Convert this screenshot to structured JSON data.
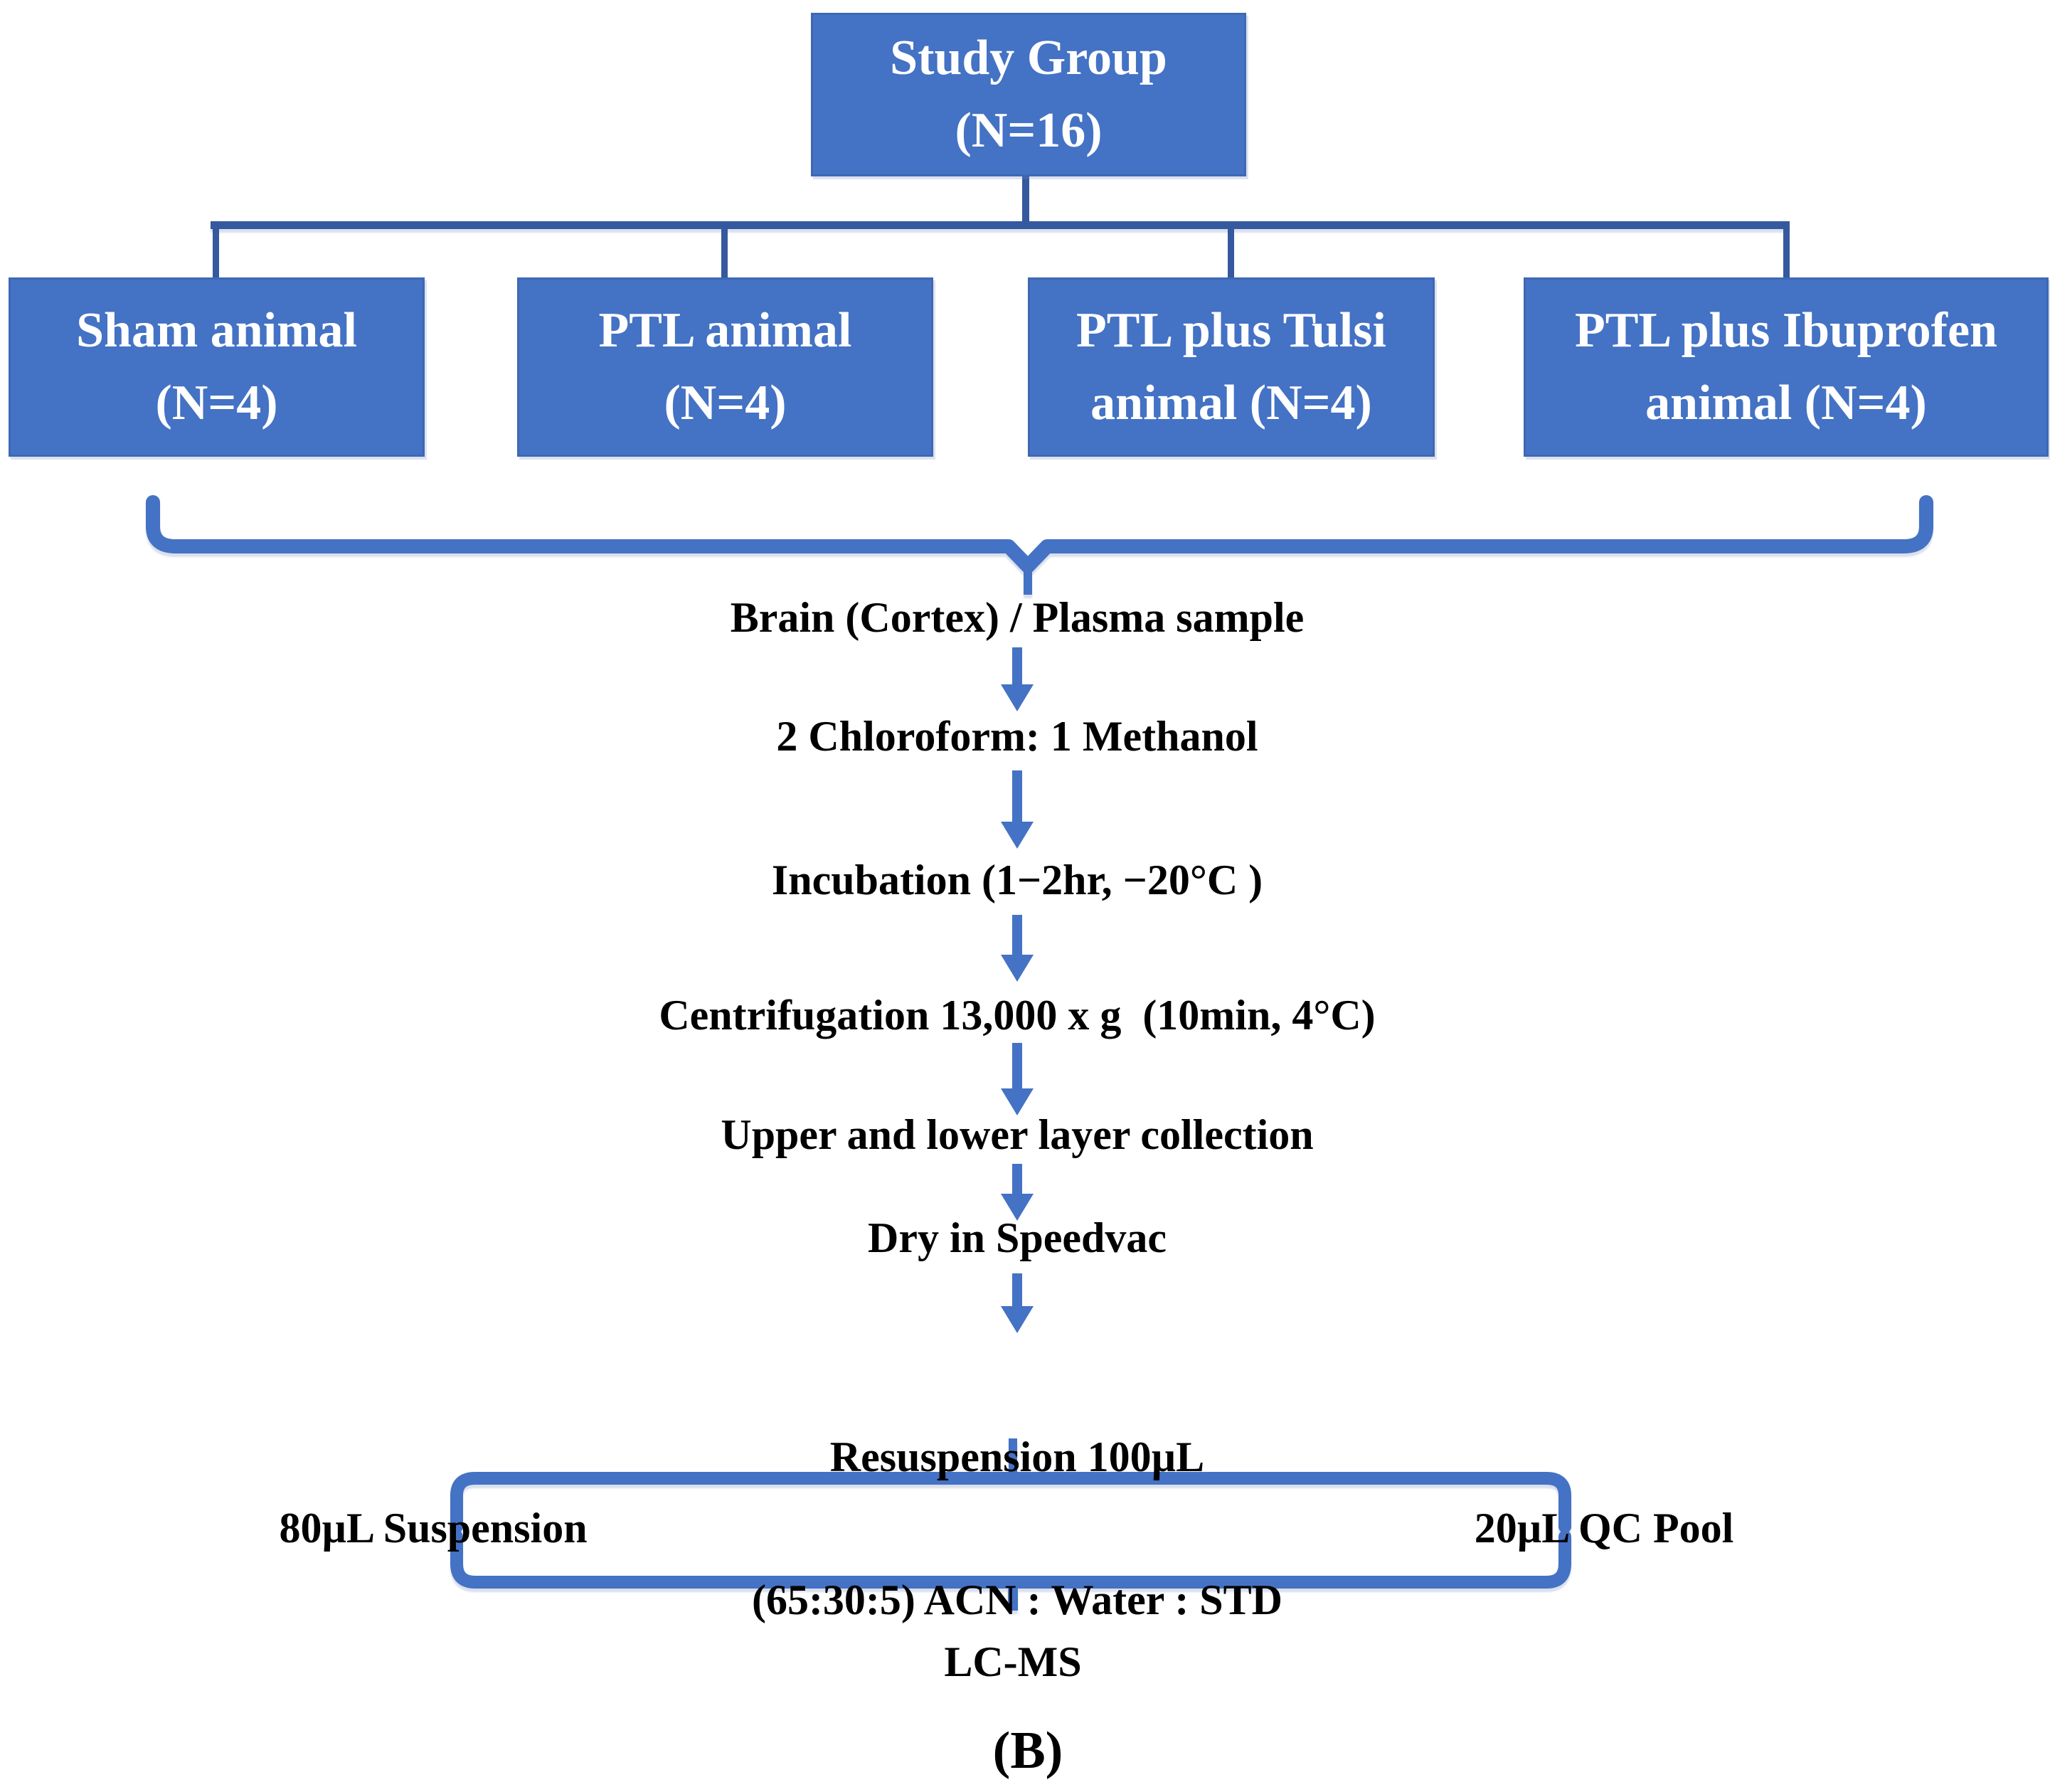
{
  "colors": {
    "box_fill": "#4472C4",
    "box_border": "#3E68B3",
    "box_text": "#FFFFFF",
    "connector_line": "#35599E",
    "shape_blue": "#4472C4",
    "flow_text": "#000000"
  },
  "root_box": {
    "line1": "Study Group",
    "line2": "(N=16)"
  },
  "group_boxes": [
    {
      "line1": "Sham animal",
      "line2": "(N=4)"
    },
    {
      "line1": "PTL animal",
      "line2": "(N=4)"
    },
    {
      "line1": "PTL plus Tulsi",
      "line2": "animal (N=4)"
    },
    {
      "line1": "PTL plus Ibuprofen",
      "line2": "animal (N=4)"
    }
  ],
  "steps": [
    "Brain (Cortex) / Plasma sample",
    "2 Chloroform: 1 Methanol",
    "Incubation (1−2hr, −20°C )",
    "Centrifugation 13,000 x g  (10min, 4°C)",
    "Upper and lower layer collection",
    "Dry in Speedvac"
  ],
  "resuspension": {
    "line1": "Resuspension 100µL",
    "line2": "(65:30:5) ACN : Water : STD"
  },
  "split": {
    "left": "80µL Suspension",
    "right": "20µL QC Pool"
  },
  "final_step": "LC-MS",
  "caption": "(B)"
}
